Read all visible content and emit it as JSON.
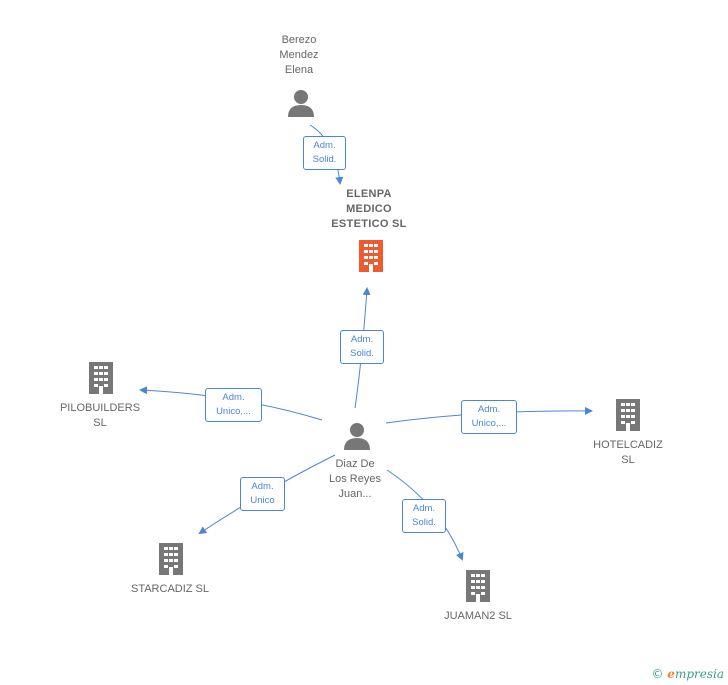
{
  "colors": {
    "edge": "#4a86d8",
    "person": "#777777",
    "company": "#777777",
    "focus": "#ef5b2e",
    "text": "#666666"
  },
  "nodes": {
    "berezo": {
      "label": "Berezo\nMendez\nElena",
      "icon": "person-icon"
    },
    "elenpa": {
      "label": "ELENPA\nMEDICO\nESTETICO  SL",
      "icon": "building-icon"
    },
    "diaz": {
      "label": "Diaz De\nLos Reyes\nJuan...",
      "icon": "person-icon"
    },
    "pilobuilders": {
      "label": "PILOBUILDERS\nSL",
      "icon": "building-icon"
    },
    "hotelcadiz": {
      "label": "HOTELCADIZ\nSL",
      "icon": "building-icon"
    },
    "starcadiz": {
      "label": "STARCADIZ  SL",
      "icon": "building-icon"
    },
    "juaman2": {
      "label": "JUAMAN2  SL",
      "icon": "building-icon"
    }
  },
  "edges": {
    "berezo_elenpa": "Adm.\nSolid.",
    "diaz_elenpa": "Adm.\nSolid.",
    "diaz_pilobuilders": "Adm.\nUnico,...",
    "diaz_hotelcadiz": "Adm.\nUnico,...",
    "diaz_starcadiz": "Adm.\nUnico",
    "diaz_juaman2": "Adm.\nSolid."
  },
  "footer": {
    "copyright_symbol": "©",
    "brand_first": "e",
    "brand_rest": "mpresia"
  }
}
